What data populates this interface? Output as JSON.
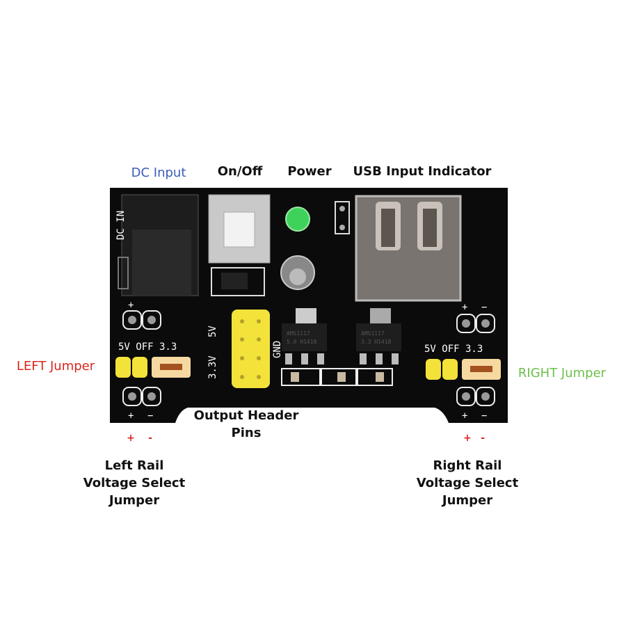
{
  "labels": {
    "dc_input": "DC Input",
    "on_off": "On/Off",
    "power": "Power",
    "usb_indicator": "USB Input Indicator",
    "left_jumper": "LEFT Jumper",
    "right_jumper": "RIGHT Jumper",
    "output_header": "Output Header",
    "output_header_2": "Pins",
    "left_plus": "+",
    "left_minus": "-",
    "right_plus": "+",
    "right_minus": "-",
    "left_rail_1": "Left Rail",
    "left_rail_2": "Voltage Select",
    "left_rail_3": "Jumper",
    "right_rail_1": "Right Rail",
    "right_rail_2": "Voltage Select",
    "right_rail_3": "Jumper"
  },
  "silkscreen": {
    "dc_in": "DC IN",
    "v5": "5V",
    "v33": "3.3V",
    "gnd": "GND",
    "left_sel": "5V OFF 3.3",
    "right_sel": "5V OFF 3.3",
    "plus": "+",
    "minus": "−",
    "reg1_a": "AMS1117",
    "reg1_b": "5.0 H1418",
    "reg2_a": "AMS1117",
    "reg2_b": "3.3 H1418"
  },
  "colors": {
    "dc_input": "#3b5db5",
    "left_jumper": "#d9261c",
    "right_jumper": "#6cc04a",
    "pcb": "#0b0b0b",
    "header": "#f3e23a",
    "led": "#3fd25a"
  }
}
